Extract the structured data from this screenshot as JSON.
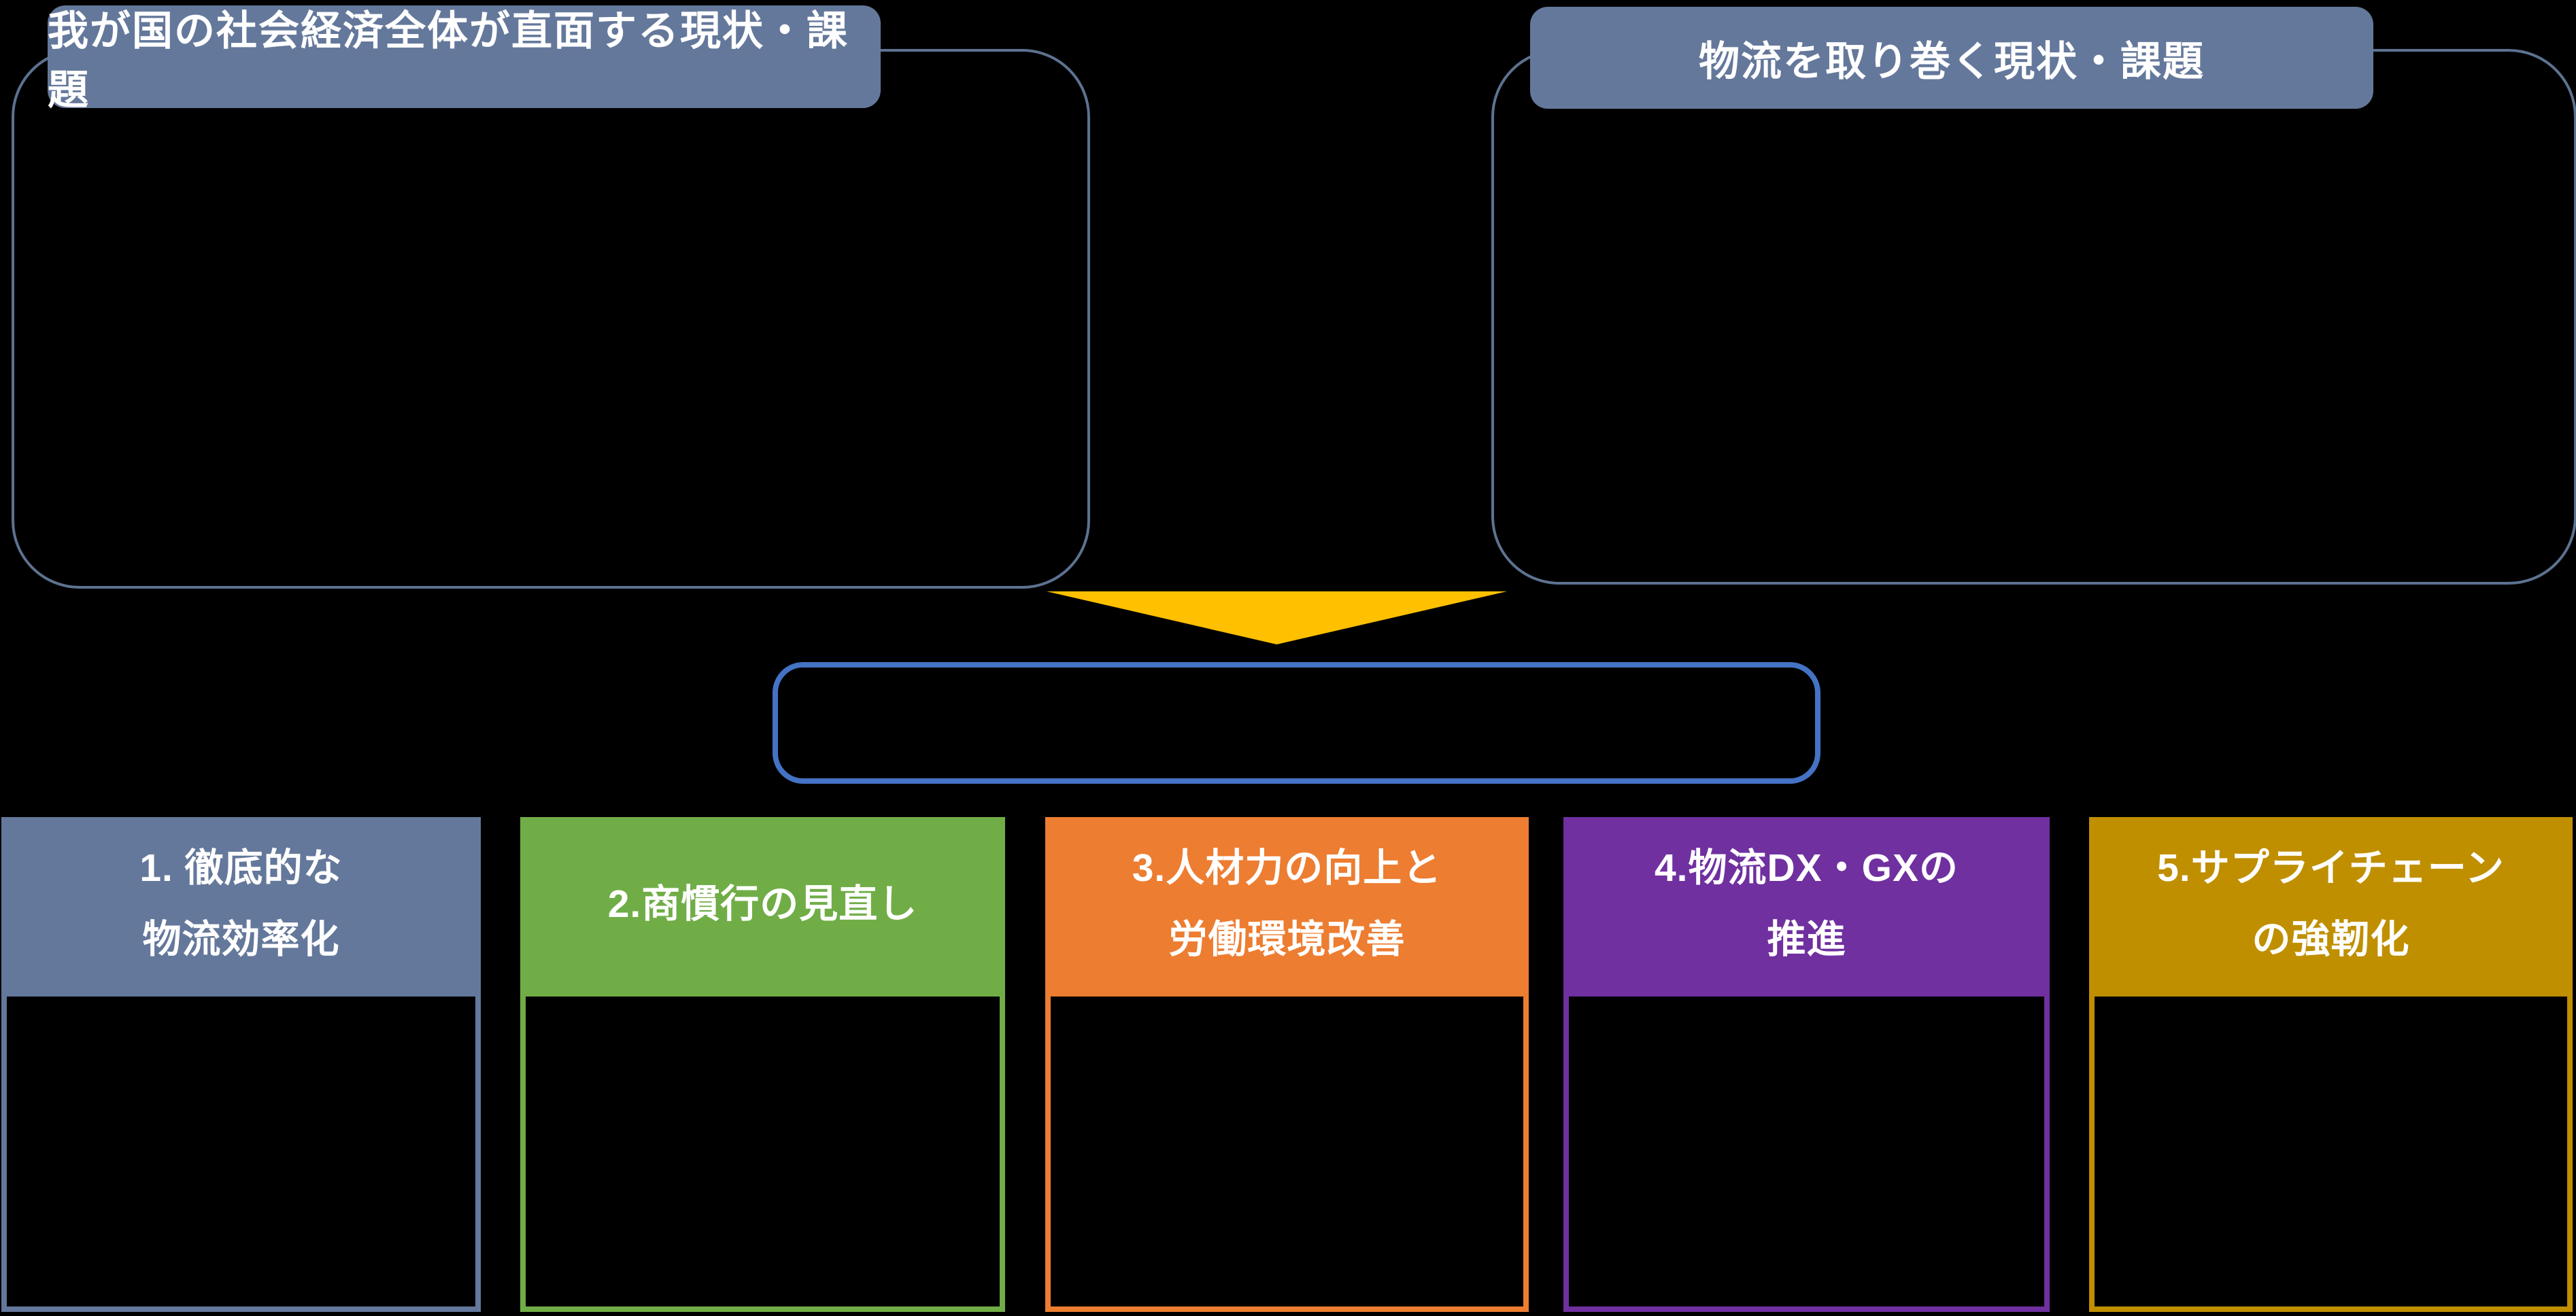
{
  "colors": {
    "slate": "#64789B",
    "slate_border": "#5C7290",
    "blue_accent": "#4472C4",
    "gold_arrow": "#FFC000",
    "green": "#70AD47",
    "orange": "#ED7D31",
    "purple": "#7030A0",
    "gold_dark": "#BF8F00",
    "background": "#000000",
    "text_on_color": "#FFFFFF"
  },
  "top_panels": {
    "left": {
      "title": "我が国の社会経済全体が直面する現状・課題"
    },
    "right": {
      "title": "物流を取り巻く現状・課題"
    }
  },
  "flow": {
    "arrow_direction": "down"
  },
  "summary_box": {
    "text": ""
  },
  "pillars": [
    {
      "color": "#64789B",
      "lines": [
        "1. 徹底的な",
        "物流効率化"
      ]
    },
    {
      "color": "#70AD47",
      "lines": [
        "2.商慣行の見直し"
      ]
    },
    {
      "color": "#ED7D31",
      "lines": [
        "3.人材力の向上と",
        "労働環境改善"
      ]
    },
    {
      "color": "#7030A0",
      "lines": [
        "4.物流DX・GXの",
        "推進"
      ]
    },
    {
      "color": "#BF8F00",
      "lines": [
        "5.サプライチェーン",
        "の強靭化"
      ]
    }
  ]
}
